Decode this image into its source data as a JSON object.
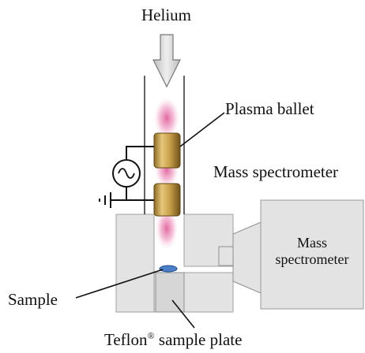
{
  "labels": {
    "helium": "Helium",
    "plasma_ballet": "Plasma ballet",
    "mass_spectrometer_top": "Mass spectrometer",
    "mass_spectrometer_box_line1": "Mass",
    "mass_spectrometer_box_line2": "spectrometer",
    "sample": "Sample",
    "teflon_prefix": "Teflon",
    "teflon_mark": "®",
    "teflon_suffix": " sample plate"
  },
  "colors": {
    "housing": "#e3e3e3",
    "housing_stroke": "#9a9a9a",
    "electrode": "#c9a04a",
    "plasma": "#e0609a",
    "sample": "#4a7fc8",
    "arrow": "#d8d8d8",
    "wire": "#111111"
  },
  "icons": {
    "ac_source": "ac-source-icon",
    "ground": "ground-icon",
    "gas_arrow": "down-arrow-icon"
  }
}
